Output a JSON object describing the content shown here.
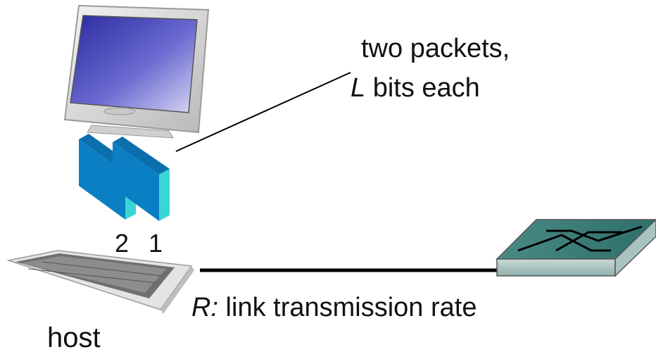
{
  "diagram": {
    "packets_label_line1": "two packets,",
    "packets_label_var": "L",
    "packets_label_rest": " bits each",
    "packet_numbers": [
      "2",
      "1"
    ],
    "link_label_var": "R:",
    "link_label_rest": " link transmission rate",
    "host_label": "host"
  },
  "colors": {
    "packet_face": "#0a7fc4",
    "packet_side": "#3ad6d6",
    "link": "#000000",
    "router": "#3e7d78"
  },
  "icons": [
    "computer-monitor-icon",
    "keyboard-icon",
    "router-icon"
  ]
}
